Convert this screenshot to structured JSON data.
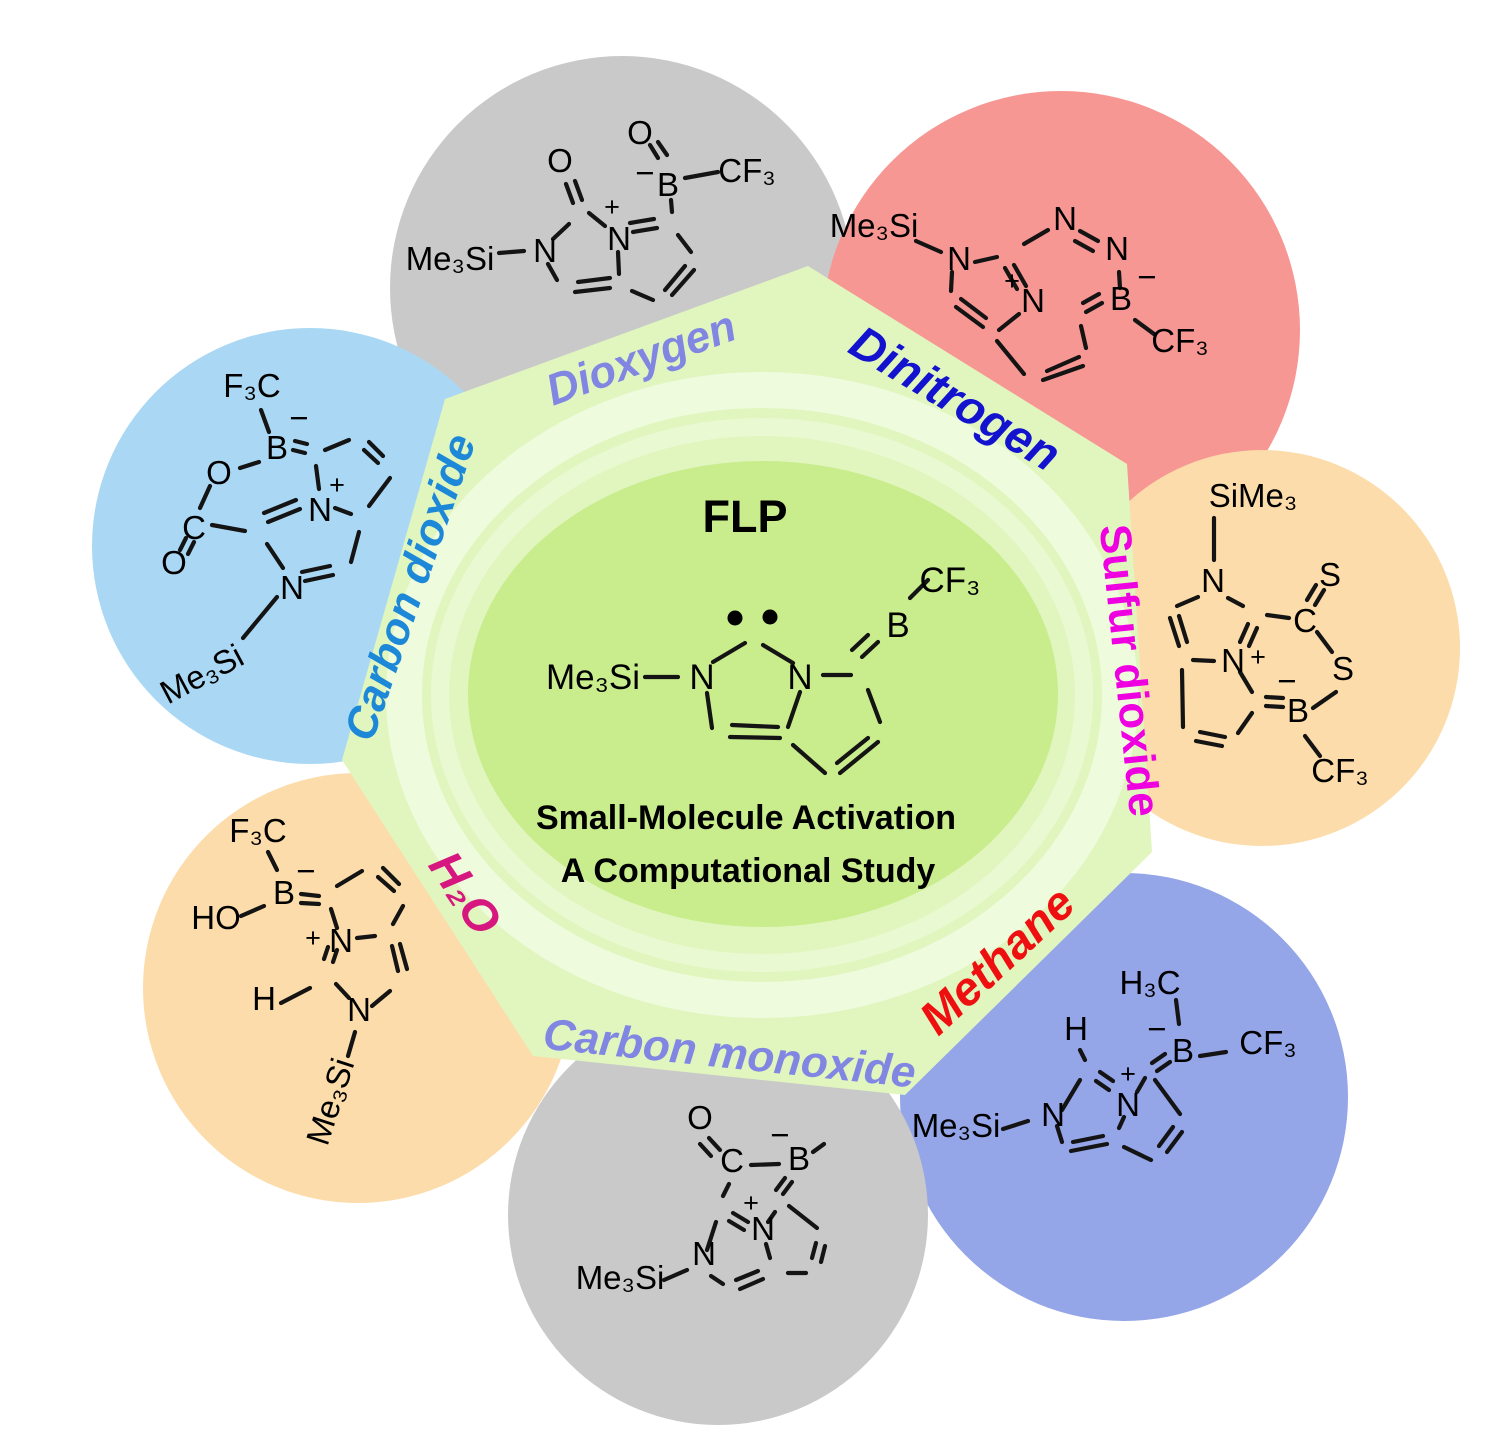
{
  "background_color": "#ffffff",
  "center": {
    "title": "FLP",
    "subtitle1": "Small-Molecule Activation",
    "subtitle2": "A Computational Study",
    "heptagon_color": "#e1f6bf",
    "band_color": "#f0fbe0",
    "ellipse_color": "#c9ec8c",
    "molecule": {
      "me3si": "Me₃Si",
      "n_left": "N",
      "n_right": "N",
      "b": "B",
      "cf3": "CF₃"
    }
  },
  "sections": {
    "dioxygen": {
      "label": "Dioxygen",
      "label_color": "#8186e2",
      "circle_color": "#c9c9c9",
      "atom_color": "#828282",
      "atoms": {
        "me3si": "Me₃Si",
        "n1": "N",
        "o_top": "O",
        "plus": "+",
        "n_plus": "N",
        "minus": "−",
        "b": "B",
        "o_b": "O",
        "cf3": "CF₃"
      }
    },
    "dinitrogen": {
      "label": "Dinitrogen",
      "label_color": "#1212cf",
      "circle_color": "#f79793",
      "atom_color": "#0a0af0",
      "atoms": {
        "me3si": "Me₃Si",
        "n1": "N",
        "n_blue1": "N",
        "n_blue2": "N",
        "plus": "+",
        "n_plus": "N",
        "minus": "−",
        "b": "B",
        "cf3": "CF₃"
      }
    },
    "sulfur_dioxide": {
      "label": "Sulfur dioxide",
      "label_color": "#ee00e0",
      "circle_color": "#fcdcaa",
      "atom_color": "#ee00e0",
      "atoms": {
        "sime3": "SiMe₃",
        "n1": "N",
        "s_top": "S",
        "c": "C",
        "s_bottom": "S",
        "plus": "+",
        "n_plus": "N",
        "minus": "−",
        "b": "B",
        "cf3": "CF₃"
      }
    },
    "methane": {
      "label": "Methane",
      "label_color": "#ee1010",
      "circle_color": "#94a5e8",
      "atom_color": "#ee1010",
      "atoms": {
        "h3c": "H₃C",
        "h": "H",
        "me3si": "Me₃Si",
        "n1": "N",
        "plus": "+",
        "n_plus": "N",
        "minus": "−",
        "b": "B",
        "cf3": "CF₃"
      }
    },
    "carbon_monoxide": {
      "label": "Carbon monoxide",
      "label_color": "#8186e2",
      "circle_color": "#c9c9c9",
      "atom_color": "#828282",
      "atoms": {
        "o": "O",
        "c": "C",
        "minus": "−",
        "b": "B",
        "plus": "+",
        "n_plus": "N",
        "n1": "N",
        "me3si": "Me₃Si"
      }
    },
    "h2o": {
      "label": "H₂O",
      "label_color": "#d6177f",
      "circle_color": "#fcdcaa",
      "atom_color": "#e0177f",
      "atoms": {
        "f3c": "F₃C",
        "minus": "−",
        "b": "B",
        "ho": "HO",
        "h": "H",
        "plus": "+",
        "n_plus": "N",
        "n1": "N",
        "me3si": "Me₃Si"
      }
    },
    "carbon_dioxide": {
      "label": "Carbon dioxide",
      "label_color": "#1e88d8",
      "circle_color": "#aad8f4",
      "atom_color": "#1e88d8",
      "atoms": {
        "f3c": "F₃C",
        "minus": "−",
        "b": "B",
        "o_bridge": "O",
        "c": "C",
        "o_dbl": "O",
        "plus": "+",
        "n_plus": "N",
        "n1": "N",
        "me3si": "Me₃Si"
      }
    }
  }
}
